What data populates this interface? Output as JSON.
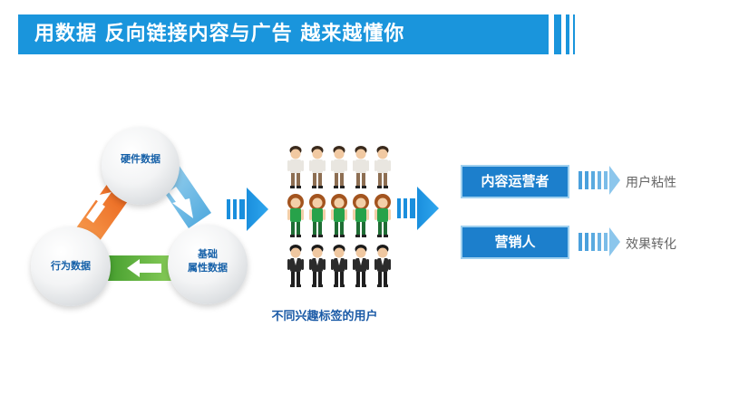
{
  "title": "用数据 反向链接内容与广告 越来越懂你",
  "triangle": {
    "top_node": "硬件数据",
    "left_node": "行为数据",
    "right_node_line1": "基础",
    "right_node_line2": "属性数据"
  },
  "people_label": "不同兴趣标签的用户",
  "roles": [
    {
      "label": "内容运营者",
      "result": "用户粘性"
    },
    {
      "label": "营销人",
      "result": "效果转化"
    }
  ],
  "colors": {
    "title_bar": "#1a95dc",
    "orange_arrow": "#f06a1e",
    "blue_arrow": "#64b8e4",
    "green_arrow": "#62b13a",
    "flow_arrow": "#1a8fdd",
    "role_box": "#1c7fcc"
  }
}
